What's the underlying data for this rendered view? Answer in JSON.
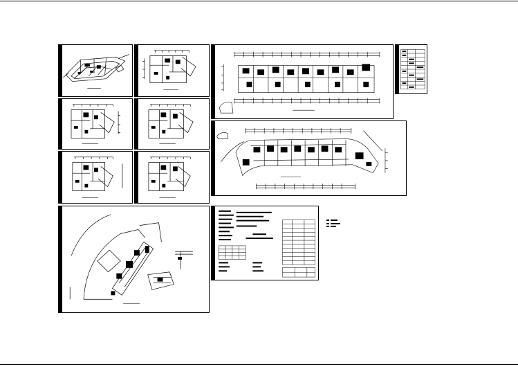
{
  "drawing_set": {
    "background": "#ffffff",
    "line_color": "#000000",
    "sheets": [
      {
        "id": "sheet-axonometric",
        "kind": "axonometric-sketch"
      },
      {
        "id": "sheet-unit-plan-1",
        "kind": "unit-plan"
      },
      {
        "id": "sheet-unit-plan-2",
        "kind": "unit-plan"
      },
      {
        "id": "sheet-unit-plan-3",
        "kind": "unit-plan"
      },
      {
        "id": "sheet-unit-plan-4",
        "kind": "unit-plan"
      },
      {
        "id": "sheet-unit-plan-5",
        "kind": "unit-plan"
      },
      {
        "id": "sheet-floor-plan-long",
        "kind": "floor-plan"
      },
      {
        "id": "sheet-title-table",
        "kind": "title-block"
      },
      {
        "id": "sheet-floor-plan-curved",
        "kind": "floor-plan"
      },
      {
        "id": "sheet-site-plan",
        "kind": "site-plan"
      },
      {
        "id": "sheet-design-notes",
        "kind": "notes-and-schedule"
      }
    ]
  }
}
